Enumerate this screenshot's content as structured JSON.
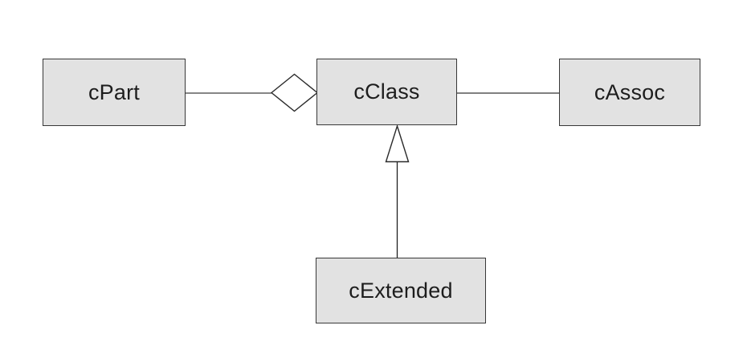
{
  "diagram": {
    "type": "uml-class-diagram",
    "background_color": "#ffffff",
    "nodes": [
      {
        "id": "cPart",
        "label": "cPart"
      },
      {
        "id": "cClass",
        "label": "cClass"
      },
      {
        "id": "cAssoc",
        "label": "cAssoc"
      },
      {
        "id": "cExtended",
        "label": "cExtended"
      }
    ],
    "edges": [
      {
        "from": "cPart",
        "to": "cClass",
        "relationship": "aggregation",
        "marker": "hollow-diamond",
        "marker_at": "cClass"
      },
      {
        "from": "cClass",
        "to": "cAssoc",
        "relationship": "association",
        "marker": "none"
      },
      {
        "from": "cExtended",
        "to": "cClass",
        "relationship": "generalization",
        "marker": "hollow-triangle",
        "marker_at": "cClass"
      }
    ],
    "colors": {
      "node_fill": "#e2e2e2",
      "node_border": "#383838",
      "node_text": "#1d1d1d",
      "aggregation_line": "#3f3f3f",
      "association_line": "#808080",
      "generalization_line": "#1f1f1f",
      "marker_fill": "#ffffff",
      "marker_stroke": "#2a2a2a"
    }
  }
}
